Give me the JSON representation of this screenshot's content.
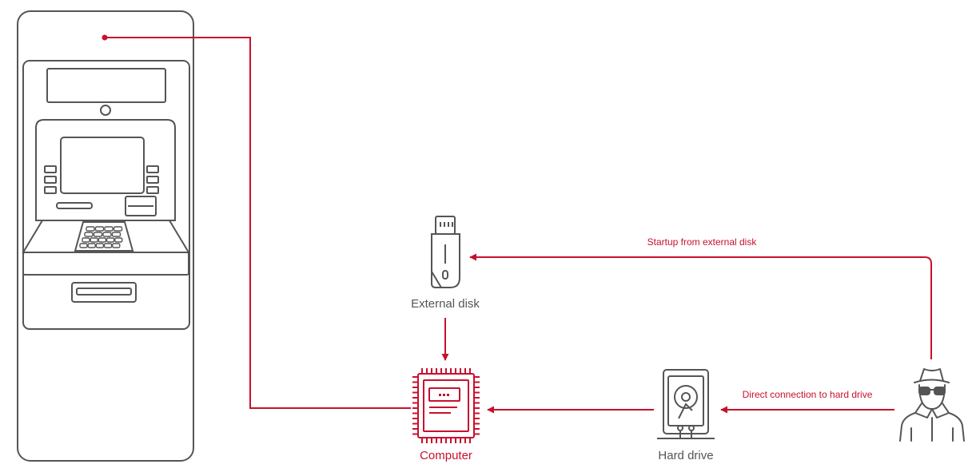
{
  "colors": {
    "accent": "#c8102e",
    "line": "#555555",
    "text": "#555555"
  },
  "nodes": {
    "external_disk": {
      "label": "External disk",
      "icon": "usb-flash-drive-icon"
    },
    "computer": {
      "label": "Computer",
      "icon": "cpu-chip-icon"
    },
    "hard_drive": {
      "label": "Hard drive",
      "icon": "hard-drive-icon"
    },
    "attacker": {
      "icon": "hacker-icon"
    },
    "atm": {
      "icon": "atm-machine-icon"
    }
  },
  "edges": {
    "startup": {
      "label": "Startup from external disk"
    },
    "direct": {
      "label": "Direct connection to hard drive"
    }
  }
}
